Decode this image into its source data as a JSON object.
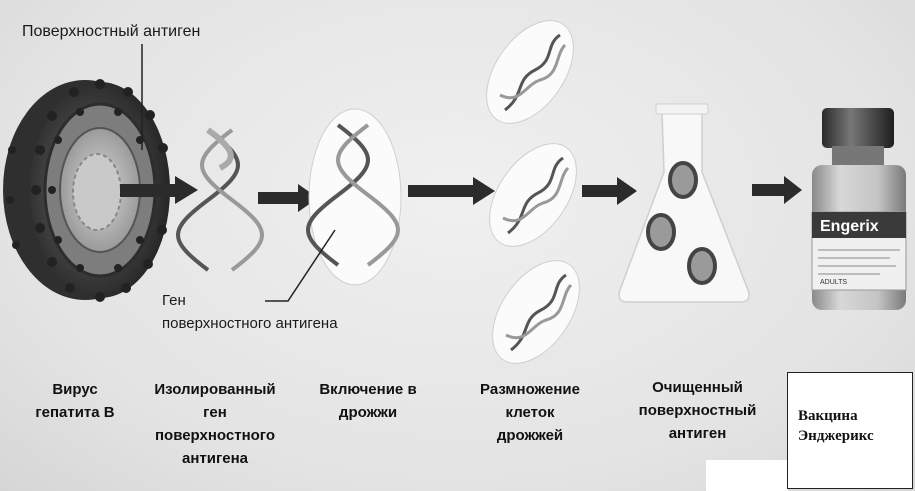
{
  "labels": {
    "surface_antigen": "Поверхностный антиген",
    "gene_line1": "Ген",
    "gene_line2": "поверхностного антигена"
  },
  "captions": {
    "virus": "Вирус\nгепатита В",
    "isolated_gene": "Изолированный\nген\nповерхностного\nантигена",
    "yeast_insertion": "Включение в\nдрожжи",
    "yeast_multiplication": "Размножение\nклеток\nдрожжей",
    "purified_antigen": "Очищенный\nповерхностный\nантиген",
    "vaccine": "Вакцина\nЭнджерикс"
  },
  "vial": {
    "brand": "Engerix",
    "label_small": "ADULTS"
  },
  "colors": {
    "arrow": "#2b2b2b",
    "virus_outer": "#3a3a3a",
    "virus_inner": "#8f8f8f",
    "dna": "#555555"
  }
}
